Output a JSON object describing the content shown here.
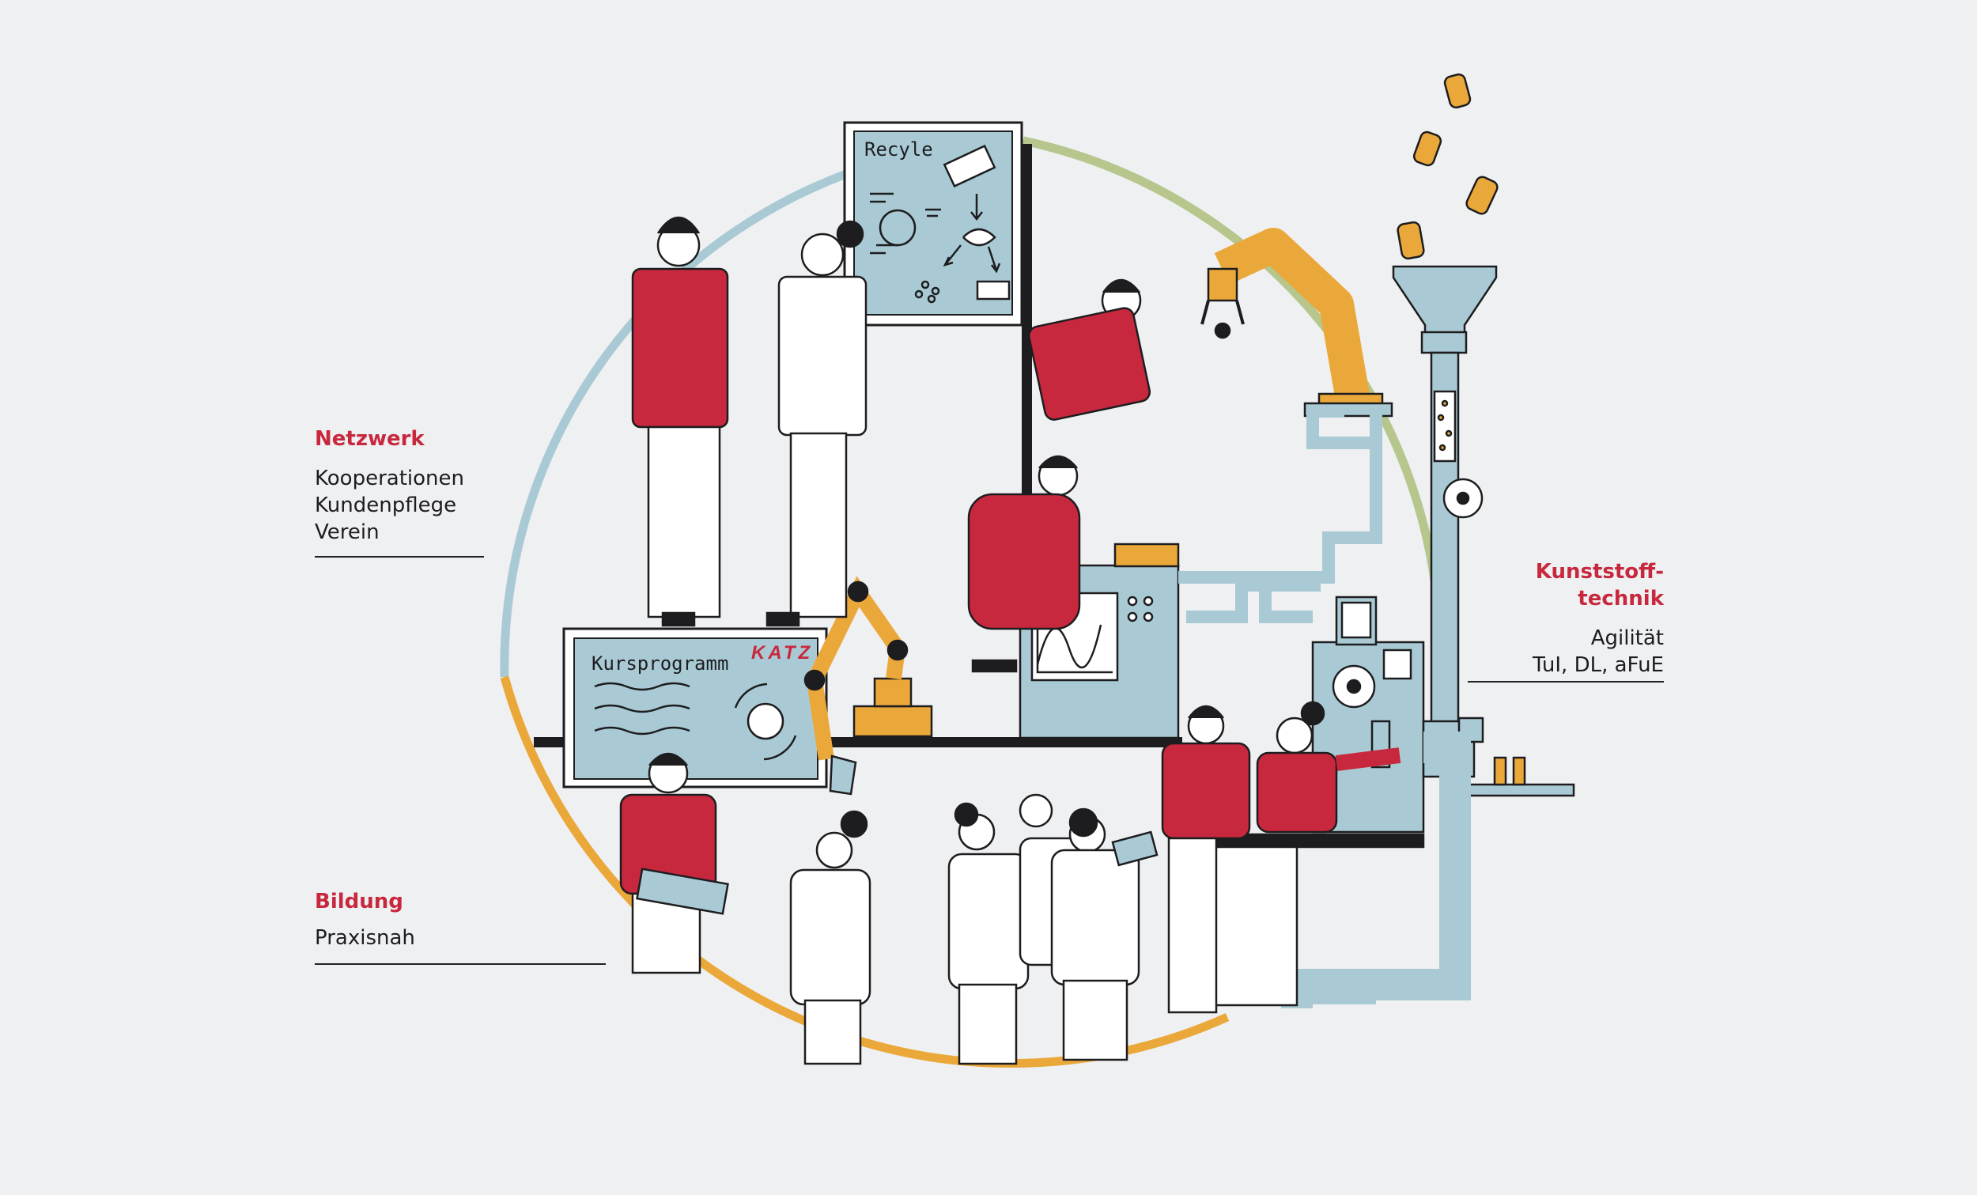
{
  "sections": {
    "netzwerk": {
      "title": "Netzwerk",
      "items": [
        "Kooperationen",
        "Kundenpflege",
        "Verein"
      ]
    },
    "bildung": {
      "title": "Bildung",
      "items": [
        "Praxisnah"
      ]
    },
    "kunststofftechnik": {
      "title_line1": "Kunststoff-",
      "title_line2": "technik",
      "items": [
        "Agilität",
        "TuI, DL, aFuE"
      ]
    }
  },
  "boards": {
    "recycle": {
      "title": "Recyle"
    },
    "kursprogramm": {
      "title": "Kursprogramm",
      "brand": "KATZ"
    }
  },
  "colors": {
    "background": "#eff0f1",
    "accent_red": "#c8283e",
    "ring_blue": "#a9cad4",
    "ring_green": "#b6c68d",
    "ring_orange": "#eba83a",
    "machine_blue": "#a9cad4",
    "ink": "#1d1d1f"
  }
}
